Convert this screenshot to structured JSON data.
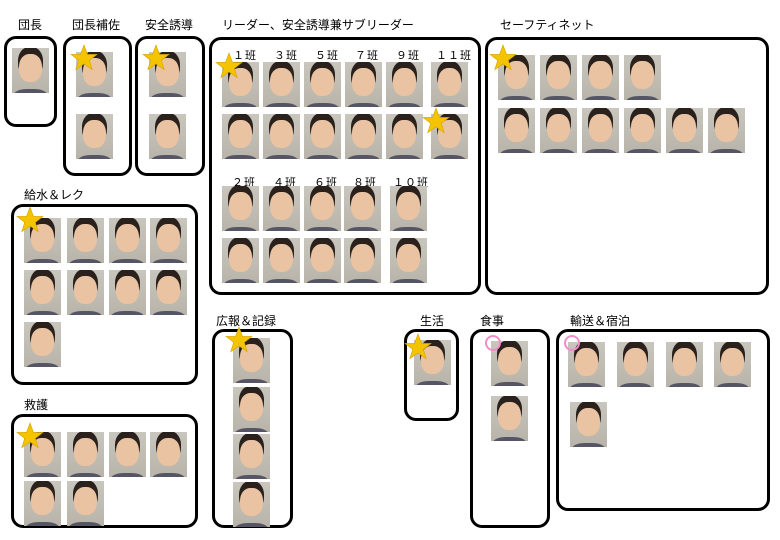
{
  "groups": {
    "leader": "団長",
    "deputy": "団長補佐",
    "safety": "安全誘導",
    "sub_leaders": "リーダー、安全誘導兼サブリーダー",
    "safety_net": "セーフティネット",
    "water_rec": "給水＆レク",
    "first_aid": "救護",
    "pr_record": "広報＆記録",
    "living": "生活",
    "meals": "食事",
    "transport_lodging": "輸送＆宿泊"
  },
  "squads": {
    "s1": "１班",
    "s3": "３班",
    "s5": "５班",
    "s7": "７班",
    "s9": "９班",
    "s11": "１１班",
    "s2": "２班",
    "s4": "４班",
    "s6": "６班",
    "s8": "８班",
    "s10": "１０班"
  },
  "colors": {
    "star": "#f5c400",
    "ring": "#f28cc8",
    "border": "#000000"
  }
}
